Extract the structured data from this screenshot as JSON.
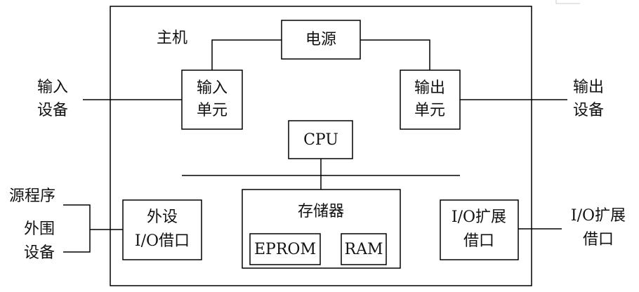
{
  "host_label": "主机",
  "power": "电源",
  "input_unit": [
    "输入",
    "单元"
  ],
  "output_unit": [
    "输出",
    "单元"
  ],
  "input_device": [
    "输入",
    "设备"
  ],
  "output_device": [
    "输出",
    "设备"
  ],
  "cpu": "CPU",
  "memory": {
    "title": "存储器",
    "eprom": "EPROM",
    "ram": "RAM"
  },
  "peripheral_io": [
    "外设",
    "I/O借口"
  ],
  "io_expansion": [
    "I/O扩展",
    "借口"
  ],
  "io_expansion_external": [
    "I/O扩展",
    "借口"
  ],
  "source_program": "源程序",
  "peripheral_device": [
    "外围",
    "设备"
  ]
}
